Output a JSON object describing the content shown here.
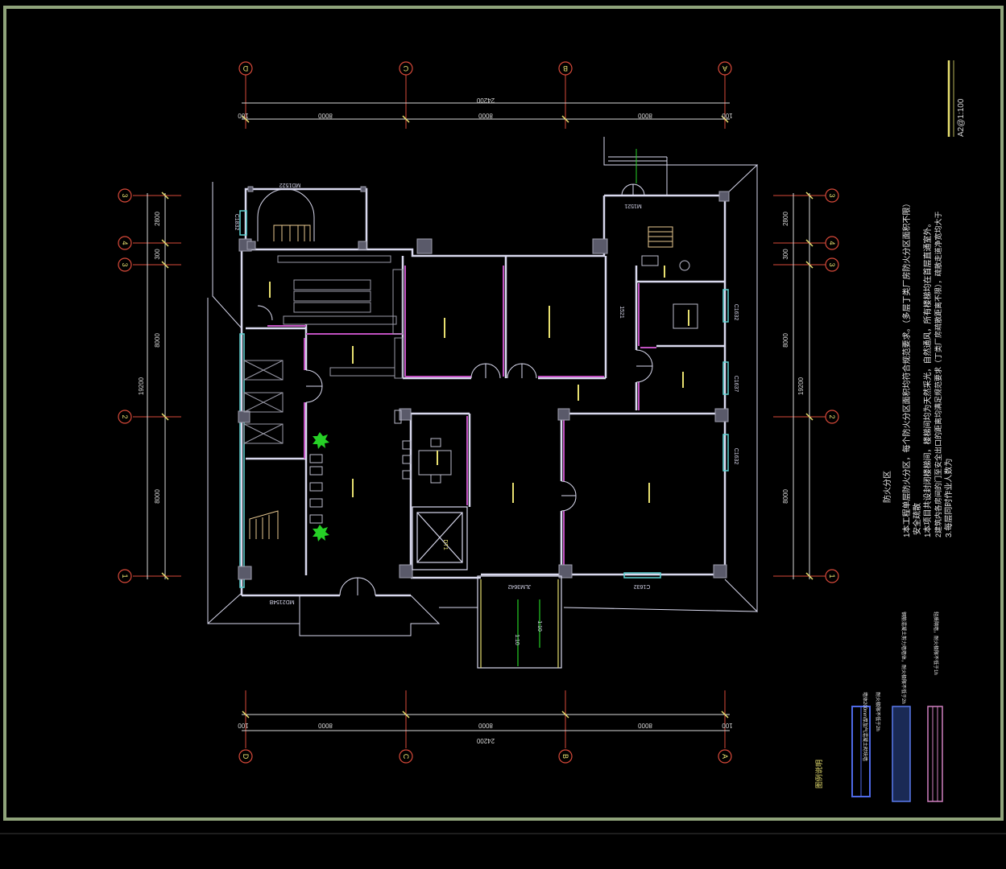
{
  "drawing": {
    "scale_label": "A2@1:100",
    "colors": {
      "frame": "#8fa37a",
      "wall": "#d9d9ee",
      "red": "#d94a3a",
      "yellow": "#e8e070",
      "magenta": "#c050c0",
      "cyan": "#5fd3d3",
      "green": "#26d026",
      "white": "#ffffff"
    }
  },
  "grid": {
    "top_axes": [
      "D",
      "C",
      "B",
      "A"
    ],
    "bottom_axes": [
      "D",
      "C",
      "B",
      "A"
    ],
    "left_axes": [
      "3",
      "4",
      "3",
      "2",
      "1"
    ],
    "right_axes": [
      "3",
      "4",
      "3",
      "2",
      "1"
    ],
    "h_total": "24200",
    "h_spans": [
      "100",
      "8000",
      "8000",
      "8000",
      "100"
    ],
    "v_total": "19200",
    "v_spans": [
      "2800",
      "300",
      "8000",
      "8000"
    ]
  },
  "tags": {
    "window_left": "C1832",
    "door_top_left": "MD1522",
    "door_top_right": "M1521",
    "window_right_1": "C1632",
    "window_right_2": "C1637",
    "window_right_3": "C1632",
    "window_bottom": "C1632",
    "door_bottom_left": "MD2154B",
    "door_bottom_center": "JLM3642",
    "door_mid": "1521",
    "ramp_1": "1:10",
    "ramp_2": "1:10",
    "lift": "DT1"
  },
  "notes": {
    "title": "防火分区",
    "line_1": "1本工程单层防火分区，每个防火分区面积均符合规范要求。（多层丁类厂房防火分区面积不限）",
    "title_2": "安全疏散",
    "line_2": "1本项目共设封闭楼梯间，楼梯间均为天然采光，自然通风，所有楼梯均在首层直通室外。",
    "line_3": "2建筑内各房间的门至安全出口的距离均满足规范要求（丁类厂房疏散距离不限），疏散走道净宽均大于",
    "line_4": "3.每层同时作业人数为"
  },
  "legend": {
    "title": "图例说明",
    "item_1": "墙体200mm厚加气混凝土砌块墙",
    "item_1b": "耐火极限不低于2h",
    "item_2": "钢筋混凝土剪力墙墙体，耐火极限不低于2h",
    "item_3": "轻质隔墙，耐火极限不低于1h"
  }
}
